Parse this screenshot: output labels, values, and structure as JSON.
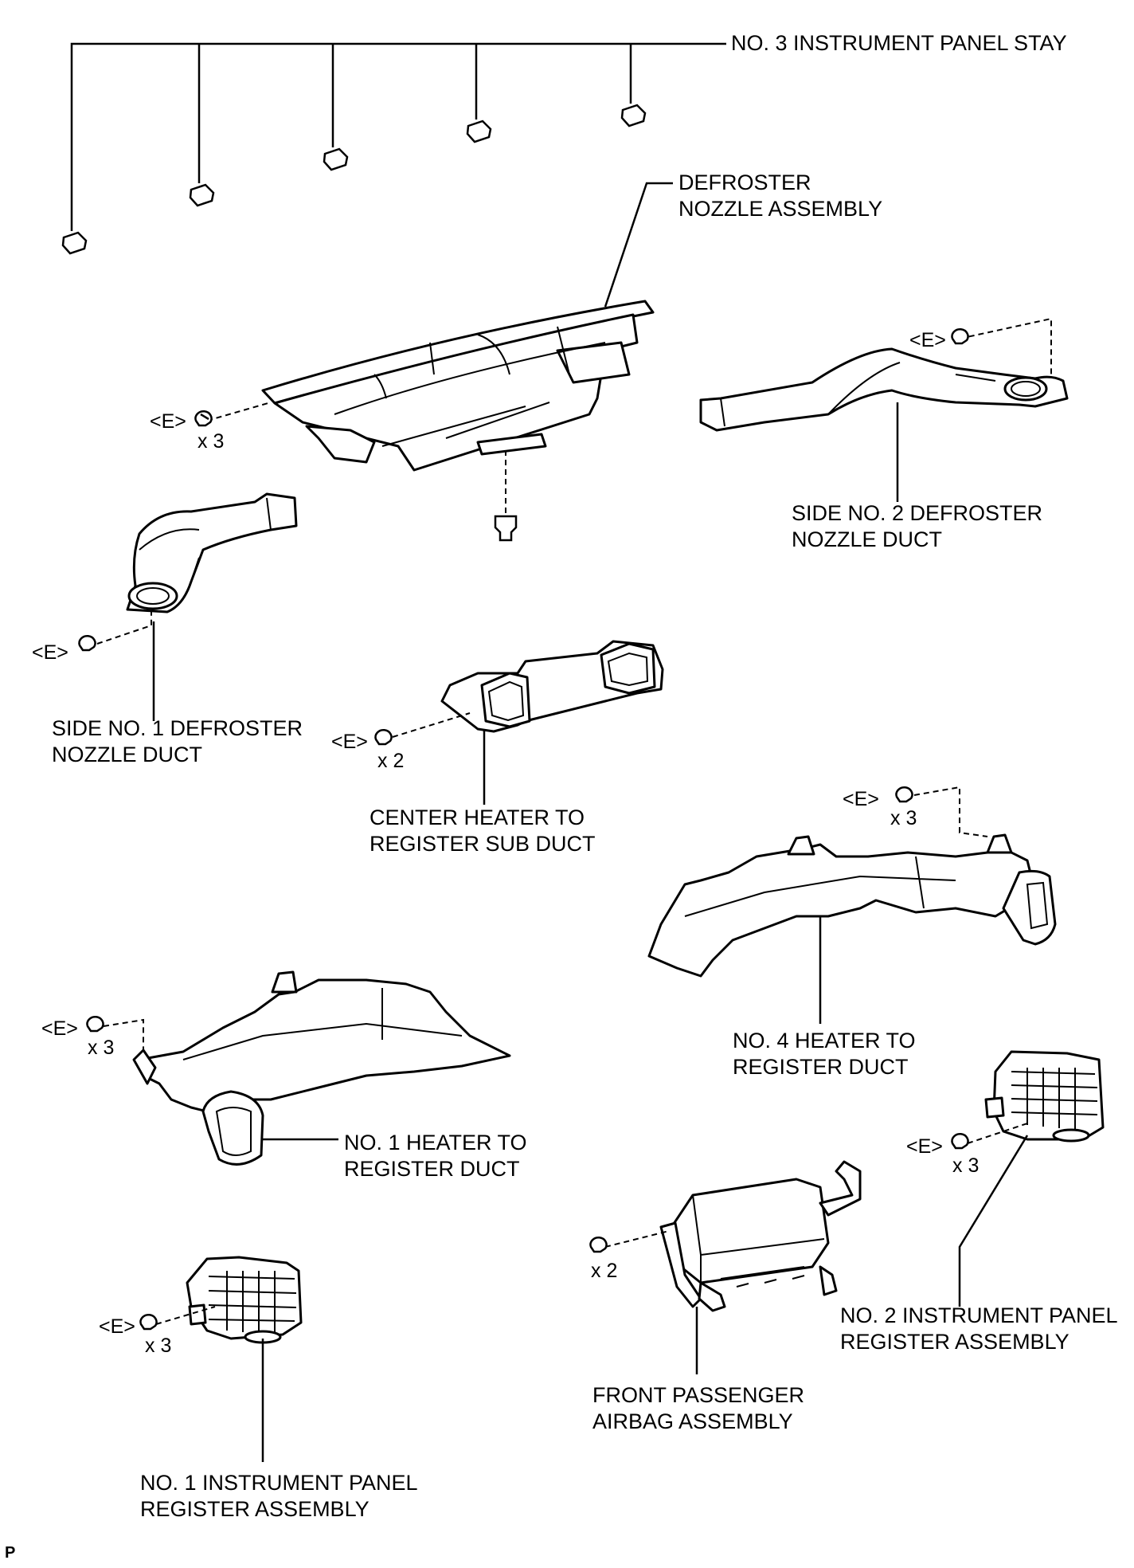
{
  "labels": {
    "stay": [
      "NO. 3 INSTRUMENT PANEL STAY"
    ],
    "defroster_nozzle": [
      "DEFROSTER",
      "NOZZLE ASSEMBLY"
    ],
    "side2_duct": [
      "SIDE NO. 2 DEFROSTER",
      "NOZZLE DUCT"
    ],
    "side1_duct": [
      "SIDE NO. 1 DEFROSTER",
      "NOZZLE DUCT"
    ],
    "center_sub_duct": [
      "CENTER HEATER TO",
      "REGISTER SUB DUCT"
    ],
    "no4_duct": [
      "NO. 4 HEATER TO",
      "REGISTER DUCT"
    ],
    "no1_duct": [
      "NO. 1 HEATER TO",
      "REGISTER DUCT"
    ],
    "no2_register": [
      "NO. 2 INSTRUMENT PANEL",
      "REGISTER ASSEMBLY"
    ],
    "airbag": [
      "FRONT PASSENGER",
      "AIRBAG ASSEMBLY"
    ],
    "no1_register": [
      "NO. 1 INSTRUMENT PANEL",
      "REGISTER ASSEMBLY"
    ]
  },
  "fastener_marks": {
    "defroster": {
      "code": "<E>",
      "qty": "x 3"
    },
    "side2": {
      "code": "<E>"
    },
    "side1": {
      "code": "<E>"
    },
    "center_sub": {
      "code": "<E>",
      "qty": "x 2"
    },
    "no4": {
      "code": "<E>",
      "qty": "x 3"
    },
    "no1_duct": {
      "code": "<E>",
      "qty": "x 3"
    },
    "no2_register": {
      "code": "<E>",
      "qty": "x 3"
    },
    "airbag": {
      "qty": "x 2"
    },
    "no1_register": {
      "code": "<E>",
      "qty": "x 3"
    }
  },
  "footer": {
    "code": "P"
  }
}
